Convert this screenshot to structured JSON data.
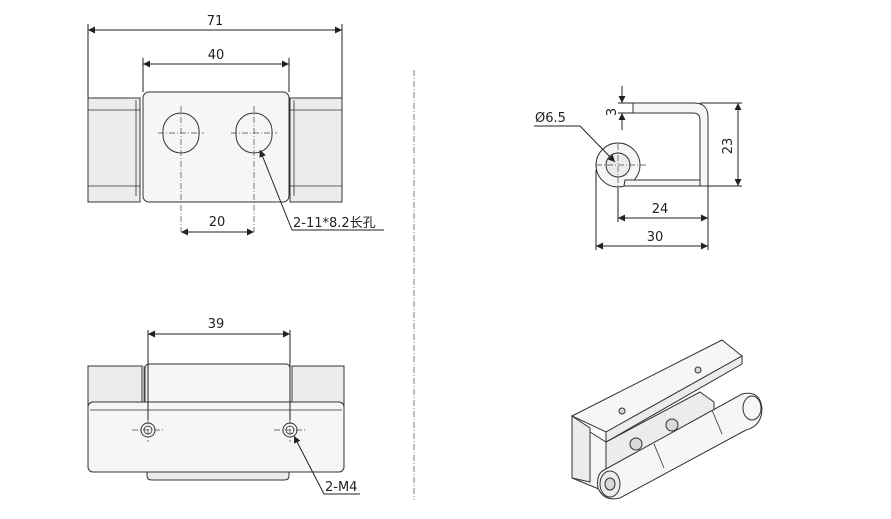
{
  "dimensions": {
    "top_overall_width": "71",
    "top_plate_width": "40",
    "slot_spacing": "20",
    "slot_callout": "2-11*8.2长孔",
    "bottom_hole_spacing": "39",
    "hole_callout": "2-M4",
    "side_pin_diameter": "Ø6.5",
    "side_thickness": "3",
    "side_height": "23",
    "side_inner_width": "24",
    "side_overall_width": "30"
  }
}
